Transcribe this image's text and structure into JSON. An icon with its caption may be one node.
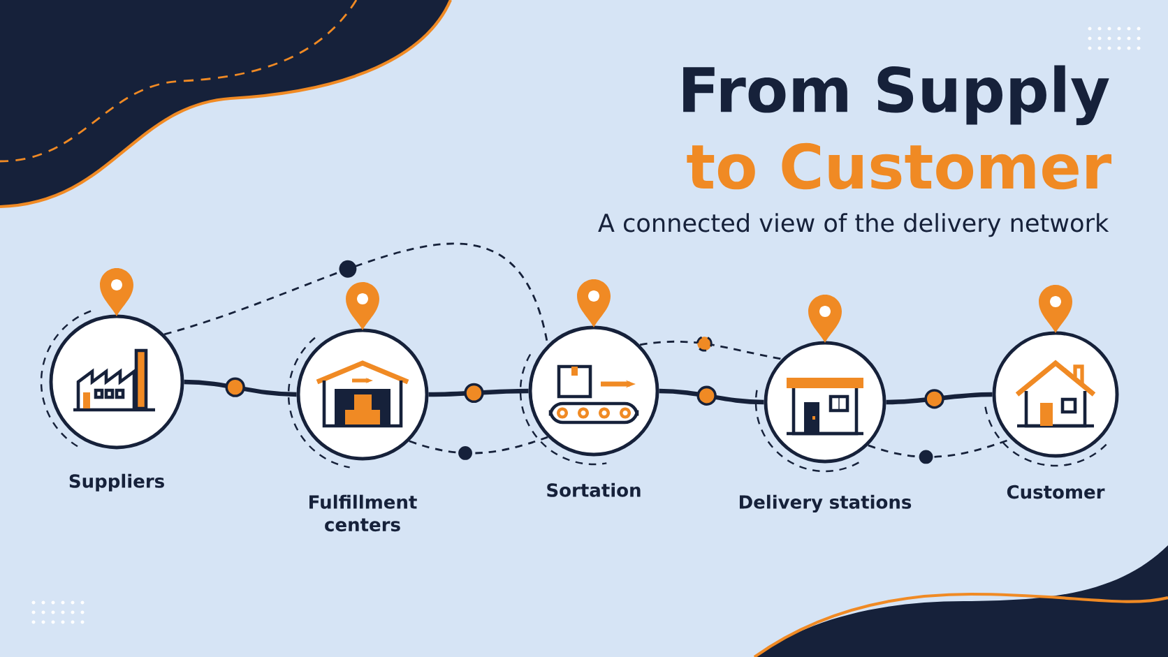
{
  "diagram": {
    "title": "From Supply",
    "nodes": [
      {
        "text": [
          "Suppliers"
        ]
      },
      {
        "text": [
          "Fulfillment centers"
        ]
      },
      {
        "text": [
          "Sortation"
        ]
      },
      {
        "text": [
          "Delivery stations"
        ]
      },
      {
        "text": [
          "Customer"
        ]
      }
    ],
    "edges": [
      {
        "from": 0,
        "to": 1,
        "arrow": "none",
        "style": "thick"
      },
      {
        "from": 1,
        "to": 2,
        "arrow": "none",
        "style": "thick"
      },
      {
        "from": 2,
        "to": 3,
        "arrow": "none",
        "style": "thick"
      },
      {
        "from": 3,
        "to": 4,
        "arrow": "none",
        "style": "thick"
      },
      {
        "from": 0,
        "to": 2,
        "arrow": "none",
        "style": "dashed"
      },
      {
        "from": 1,
        "to": 2,
        "arrow": "none",
        "style": "dashed"
      },
      {
        "from": 2,
        "to": 3,
        "arrow": "none",
        "style": "dashed"
      },
      {
        "from": 3,
        "to": 4,
        "arrow": "none",
        "style": "dashed"
      }
    ],
    "labels": [
      "to Customer",
      "A connected view of the delivery network"
    ]
  }
}
